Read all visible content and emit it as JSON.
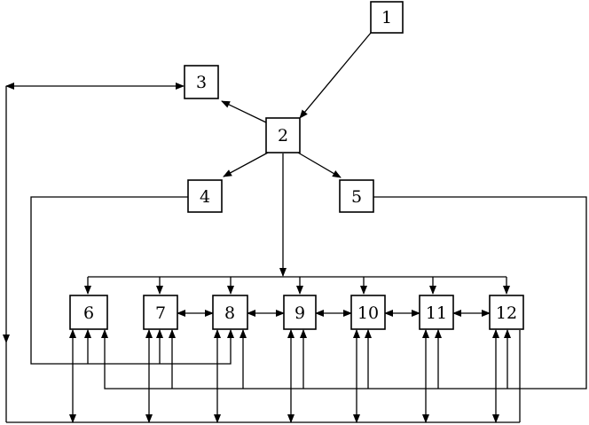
{
  "nodes": [
    {
      "id": "n1",
      "label": "1"
    },
    {
      "id": "n2",
      "label": "2"
    },
    {
      "id": "n3",
      "label": "3"
    },
    {
      "id": "n4",
      "label": "4"
    },
    {
      "id": "n5",
      "label": "5"
    },
    {
      "id": "n6",
      "label": "6"
    },
    {
      "id": "n7",
      "label": "7"
    },
    {
      "id": "n8",
      "label": "8"
    },
    {
      "id": "n9",
      "label": "9"
    },
    {
      "id": "n10",
      "label": "10"
    },
    {
      "id": "n11",
      "label": "11"
    },
    {
      "id": "n12",
      "label": "12"
    }
  ],
  "colors": {
    "stroke": "#000000",
    "background": "#ffffff"
  }
}
